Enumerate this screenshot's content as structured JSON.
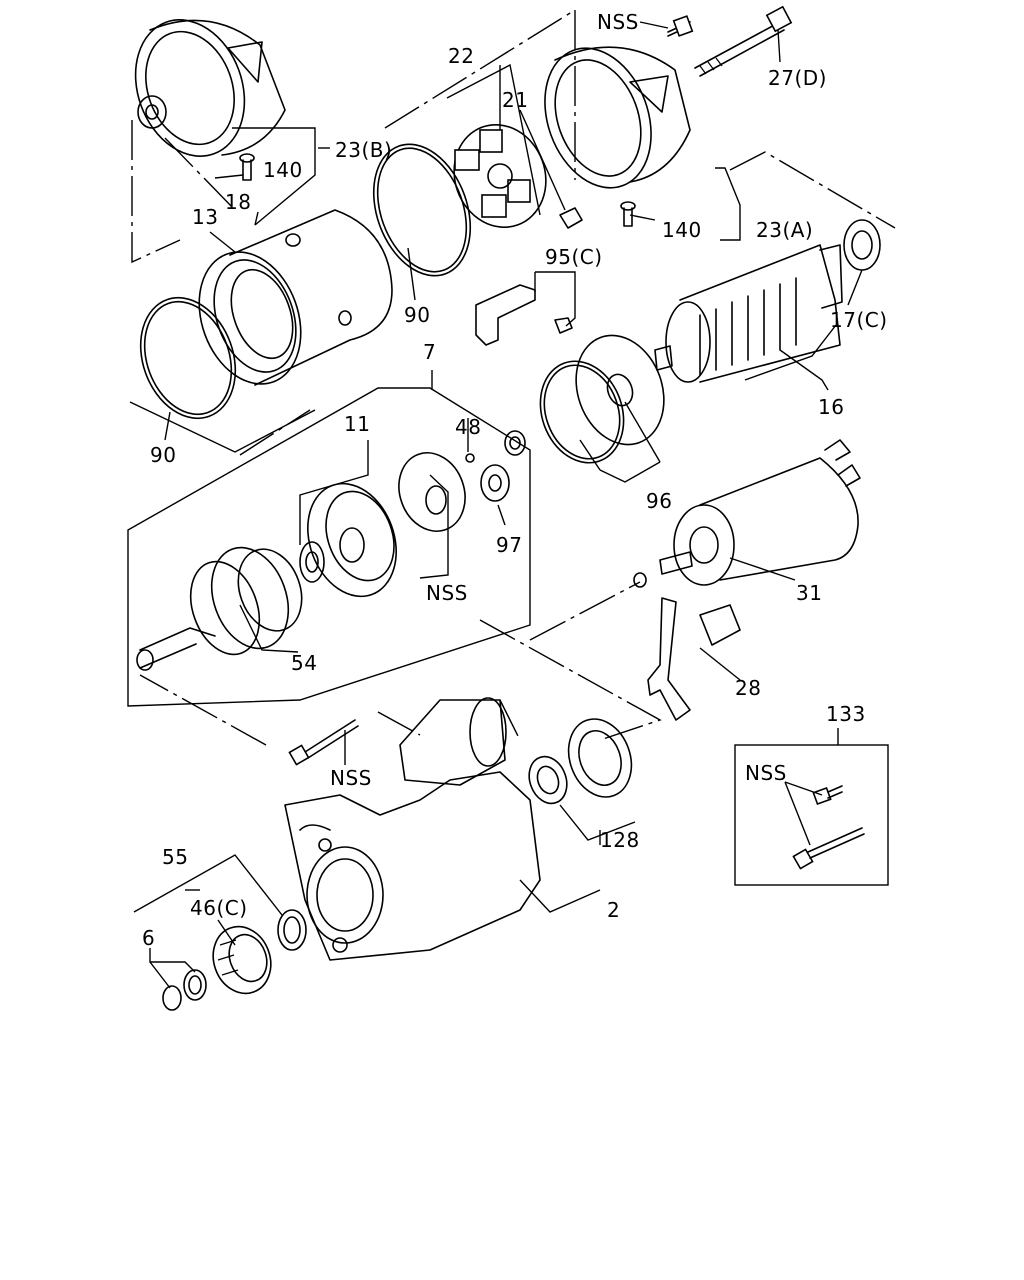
{
  "labels": {
    "nss_top": "NSS",
    "p27d": "27(D)",
    "p22": "22",
    "p21": "21",
    "p23b": "23(B)",
    "p140_left": "140",
    "p18": "18",
    "p13": "13",
    "p90_mid": "90",
    "p90_left": "90",
    "p140_right": "140",
    "p23a": "23(A)",
    "p95c": "95(C)",
    "p17c": "17(C)",
    "p16": "16",
    "p7": "7",
    "p11": "11",
    "p48": "48",
    "p97": "97",
    "nss_mid": "NSS",
    "p96": "96",
    "p31": "31",
    "p54": "54",
    "p28": "28",
    "p133": "133",
    "nss_box": "NSS",
    "nss_bolt": "NSS",
    "p128": "128",
    "p55": "55",
    "p46c": "46(C)",
    "p6": "6",
    "p2": "2"
  }
}
